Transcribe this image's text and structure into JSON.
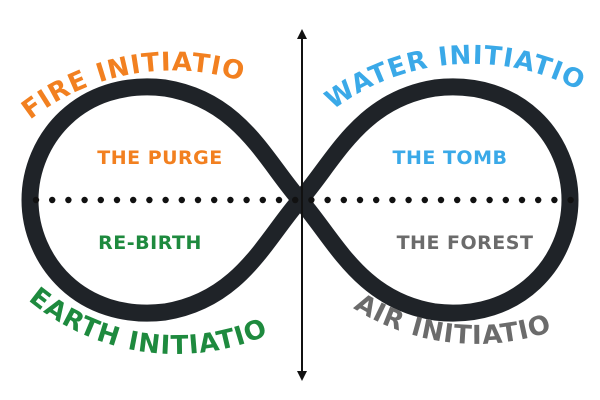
{
  "colors": {
    "fire": "#F28020",
    "water": "#3AA9E8",
    "earth": "#1E8A3E",
    "air": "#6B6B6B",
    "loop": "#1F2328",
    "axis": "#111111"
  },
  "quadrants": {
    "fire": {
      "initiation": "FIRE INITIATION",
      "inner": "THE PURGE"
    },
    "water": {
      "initiation": "WATER INITIATION",
      "inner": "THE TOMB"
    },
    "earth": {
      "initiation": "EARTH INITIATION",
      "inner": "RE-BIRTH"
    },
    "air": {
      "initiation": "AIR INITIATION",
      "inner": "THE FOREST"
    }
  }
}
